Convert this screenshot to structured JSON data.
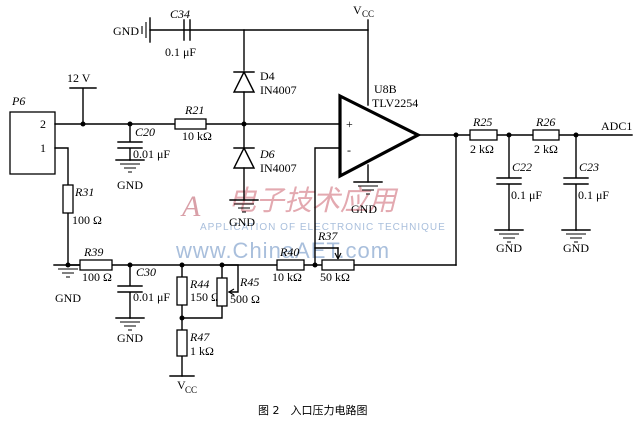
{
  "labels": {
    "vcc_top": "V",
    "vcc_top_sub": "CC",
    "gnd_c34": "GND",
    "c34": "C34",
    "c34_val": "0.1 μF",
    "d4": "D4",
    "d4_val": "IN4007",
    "d6": "D6",
    "d6_val": "IN4007",
    "u8b": "U8B",
    "u8b_part": "TLV2254",
    "plus": "+",
    "minus": "-",
    "p6": "P6",
    "pin2": "2",
    "pin1": "1",
    "v12": "12 V",
    "r21": "R21",
    "r21_val": "10 kΩ",
    "c20": "C20",
    "c20_val": "0.01 μF",
    "gnd_c20": "GND",
    "r31": "R31",
    "r31_val": "100 Ω",
    "gnd_p6": "GND",
    "r39": "R39",
    "r39_val": "100 Ω",
    "c30": "C30",
    "c30_val": "0.01 μF",
    "gnd_c30": "GND",
    "r44": "R44",
    "r44_val": "150 Ω",
    "r45": "R45",
    "r45_val": "500 Ω",
    "r47": "R47",
    "r47_val": "1 kΩ",
    "vcc_bot": "V",
    "vcc_bot_sub": "CC",
    "gnd_r40": "GND",
    "r40": "R40",
    "r40_val": "10 kΩ",
    "r37": "R37",
    "r37_val": "50 kΩ",
    "gnd_opamp": "GND",
    "r25": "R25",
    "r25_val": "2 kΩ",
    "r26": "R26",
    "r26_val": "2 kΩ",
    "adc1": "ADC1",
    "c22": "C22",
    "c22_val": "0.1 μF",
    "gnd_c22": "GND",
    "c23": "C23",
    "c23_val": "0.1 μF",
    "gnd_c23": "GND"
  },
  "watermark": {
    "line1": "APPLICATION OF ELECTRONIC TECHNIQUE",
    "line2": "www.ChinaAET.com",
    "logo_letter": "A",
    "logo_cn": "电子技术应用"
  },
  "caption": "图 2　入口压力电路图",
  "colors": {
    "wire": "#000000",
    "watermark_blue": "#a9bfdc",
    "watermark_red": "#d9a0a8"
  }
}
